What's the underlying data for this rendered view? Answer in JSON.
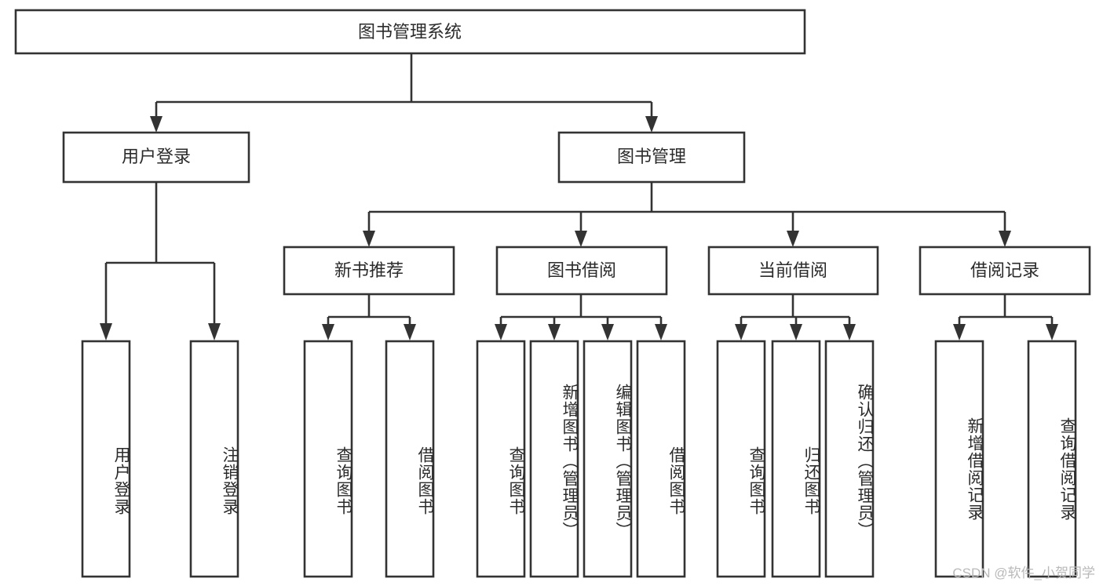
{
  "diagram": {
    "title": "图书管理系统",
    "type": "tree-hierarchy-diagram",
    "colors": {
      "box_stroke": "#333333",
      "box_fill": "#ffffff",
      "text": "#2b2b2b",
      "background": "#ffffff",
      "watermark": "#b9b9b9"
    },
    "root": {
      "label": "图书管理系统",
      "orientation": "horizontal"
    },
    "level2": [
      {
        "label": "用户登录",
        "orientation": "horizontal"
      },
      {
        "label": "图书管理",
        "orientation": "horizontal"
      }
    ],
    "level3": [
      {
        "label": "新书推荐",
        "orientation": "horizontal"
      },
      {
        "label": "图书借阅",
        "orientation": "horizontal"
      },
      {
        "label": "当前借阅",
        "orientation": "horizontal"
      },
      {
        "label": "借阅记录",
        "orientation": "horizontal"
      }
    ],
    "leaves": {
      "user_login": [
        {
          "label": "用户登录",
          "orientation": "vertical"
        },
        {
          "label": "注销登录",
          "orientation": "vertical"
        }
      ],
      "new_book_recommend": [
        {
          "label": "查询图书",
          "orientation": "vertical"
        },
        {
          "label": "借阅图书",
          "orientation": "vertical"
        }
      ],
      "book_borrow": [
        {
          "label": "查询图书",
          "orientation": "vertical"
        },
        {
          "label": "新增图书（管理员）",
          "orientation": "vertical"
        },
        {
          "label": "编辑图书（管理员）",
          "orientation": "vertical"
        },
        {
          "label": "借阅图书",
          "orientation": "vertical"
        }
      ],
      "current_borrow": [
        {
          "label": "查询图书",
          "orientation": "vertical"
        },
        {
          "label": "归还图书",
          "orientation": "vertical"
        },
        {
          "label": "确认归还（管理员）",
          "orientation": "vertical"
        }
      ],
      "borrow_record": [
        {
          "label": "新增借阅记录",
          "orientation": "vertical"
        },
        {
          "label": "查询借阅记录",
          "orientation": "vertical"
        }
      ]
    },
    "watermark": "CSDN @软件_小贺同学"
  }
}
